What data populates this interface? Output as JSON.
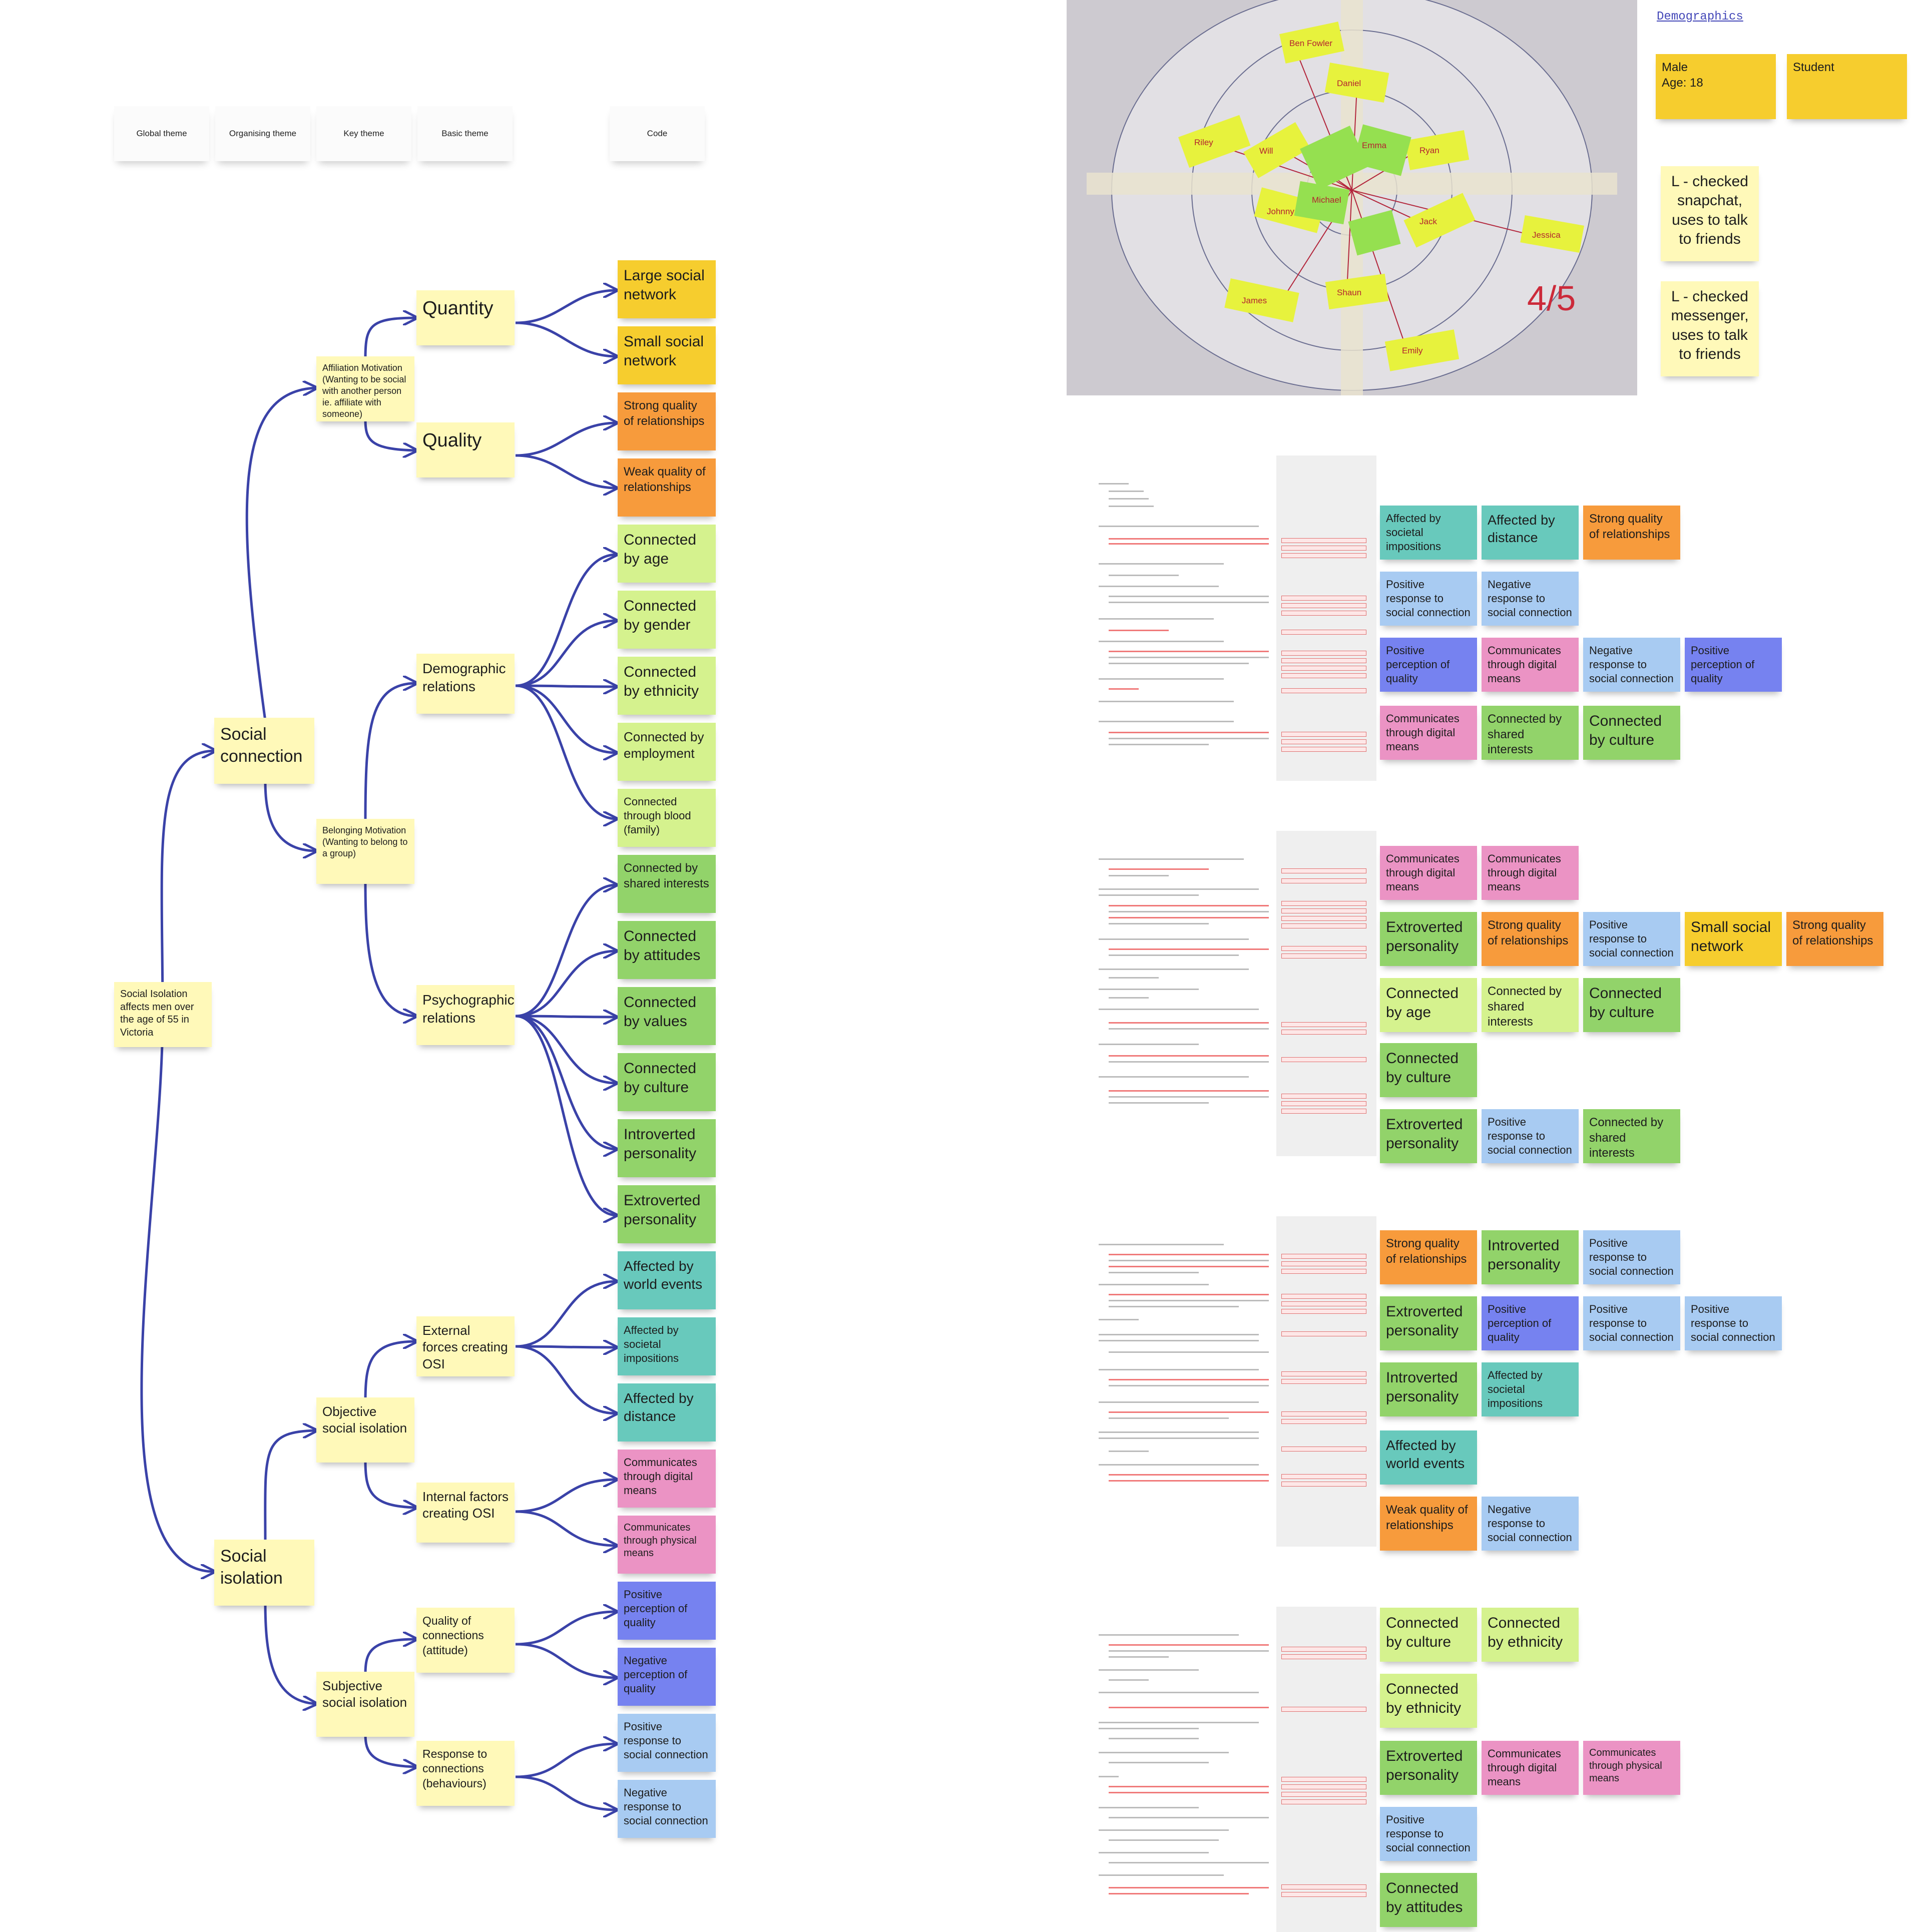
{
  "headers": [
    "Global theme",
    "Organising theme",
    "Key theme",
    "Basic theme",
    "Code"
  ],
  "tree": {
    "global": "Social Isolation affects men over the age of 55 in Victoria",
    "organising": [
      "Social connection",
      "Social isolation"
    ],
    "key": {
      "affiliation": "Affiliation Motivation (Wanting to be social with another person ie. affiliate with someone)",
      "belonging": "Belonging Motivation (Wanting to belong to a group)",
      "objective": "Objective social isolation",
      "subjective": "Subjective social isolation"
    },
    "basic": {
      "quantity": "Quantity",
      "quality": "Quality",
      "demographic": "Demographic relations",
      "psychographic": "Psychographic relations",
      "external": "External forces creating OSI",
      "internal": "Internal factors creating OSI",
      "attitude": "Quality of connections (attitude)",
      "response": "Response to connections (behaviours)"
    },
    "codes": [
      "Large social network",
      "Small social network",
      "Strong quality of relationships",
      "Weak quality of relationships",
      "Connected by age",
      "Connected by gender",
      "Connected by ethnicity",
      "Connected by employment",
      "Connected through blood (family)",
      "Connected by shared interests",
      "Connected by attitudes",
      "Connected by values",
      "Connected by culture",
      "Introverted personality",
      "Extroverted personality",
      "Affected by world events",
      "Affected by societal impositions",
      "Affected by distance",
      "Communicates through digital means",
      "Communicates through physical means",
      "Positive perception of quality",
      "Negative perception of quality",
      "Positive response to social connection",
      "Negative response to social connection"
    ]
  },
  "demographics": {
    "link": "Demographics",
    "note1": "Male\nAge: 18",
    "note2": "Student",
    "note3": "L - checked snapchat, uses to talk to friends",
    "note4": "L - checked messenger, uses to talk to friends"
  },
  "photo": {
    "names": [
      "Ben Fowler",
      "Daniel",
      "Riley",
      "Will",
      "Emma",
      "Ryan",
      "Johnny",
      "Michael",
      "Jack",
      "Jessica",
      "Shaun",
      "James",
      "Emily"
    ],
    "mark": "4/5"
  },
  "groups": [
    [
      "Affected by societal impositions",
      "Affected by distance",
      "Strong quality of relationships",
      "Positive response to social connection",
      "Negative response to social connection",
      "Positive perception of quality",
      "Communicates through digital means",
      "Negative response to social connection",
      "Positive perception of quality",
      "Communicates through digital means",
      "Connected by shared interests",
      "Connected by culture"
    ],
    [
      "Communicates through digital means",
      "Communicates through digital means",
      "Extroverted personality",
      "Strong quality of relationships",
      "Positive response to social connection",
      "Small social network",
      "Strong quality of relationships",
      "Connected by age",
      "Connected by shared interests",
      "Connected by culture",
      "Connected by culture",
      "Extroverted personality",
      "Positive response to social connection",
      "Connected by shared interests"
    ],
    [
      "Strong quality of relationships",
      "Introverted personality",
      "Positive response to social connection",
      "Extroverted personality",
      "Positive perception of quality",
      "Positive response to social connection",
      "Positive response to social connection",
      "Introverted personality",
      "Affected by societal impositions",
      "Affected by world events",
      "Weak quality of relationships",
      "Negative response to social connection"
    ],
    [
      "Connected by culture",
      "Connected by ethnicity",
      "Connected by ethnicity",
      "Extroverted personality",
      "Communicates through digital means",
      "Communicates through physical means",
      "Positive response to social connection",
      "Connected by attitudes"
    ]
  ]
}
